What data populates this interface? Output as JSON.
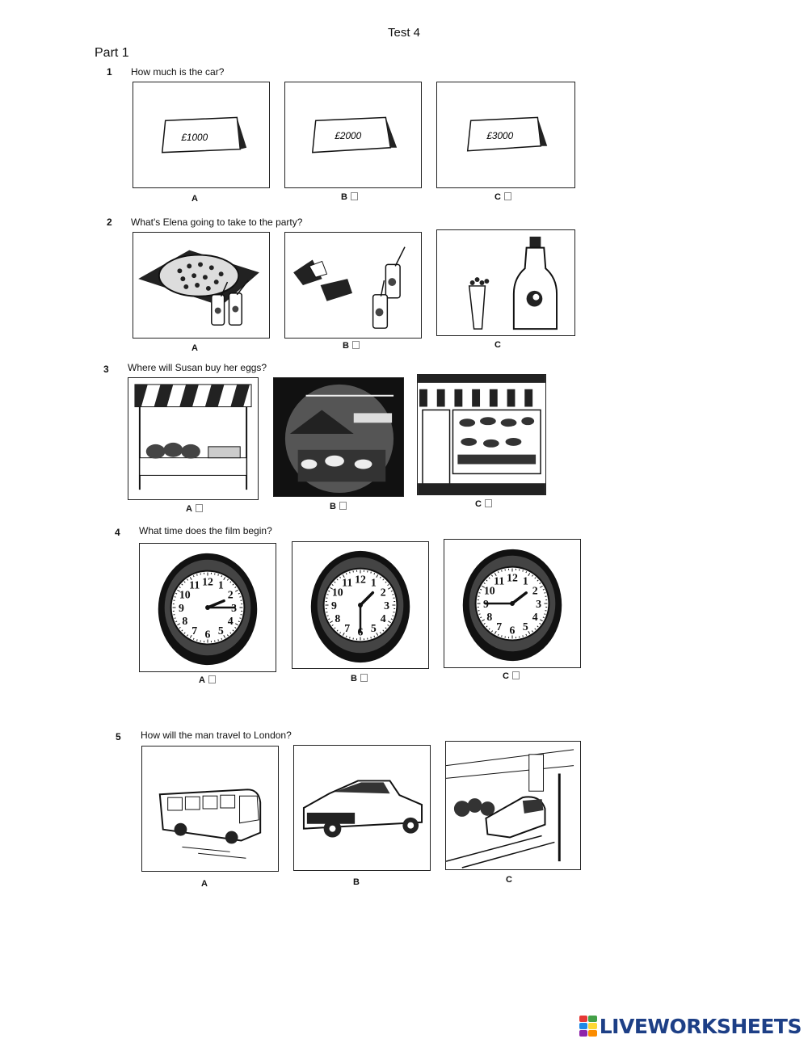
{
  "header": {
    "title": "Test 4",
    "part": "Part 1"
  },
  "questions": [
    {
      "num": "1",
      "text": "How much is the car?",
      "options": [
        "A",
        "B",
        "C"
      ],
      "prices": [
        "£1000",
        "£2000",
        "£3000"
      ]
    },
    {
      "num": "2",
      "text": "What's Elena going to take to the party?",
      "options": [
        "A",
        "B",
        "C"
      ]
    },
    {
      "num": "3",
      "text": "Where will Susan buy her eggs?",
      "options": [
        "A",
        "B",
        "C"
      ]
    },
    {
      "num": "4",
      "text": "What time does the film begin?",
      "options": [
        "A",
        "B",
        "C"
      ],
      "clock_numerals": [
        "12",
        "1",
        "2",
        "3",
        "4",
        "5",
        "6",
        "7",
        "8",
        "9",
        "10",
        "11"
      ]
    },
    {
      "num": "5",
      "text": "How will the man travel to London?",
      "options": [
        "A",
        "B",
        "C"
      ]
    }
  ],
  "brand": {
    "name": "LIVEWORKSHEETS",
    "color": "#1d3f86",
    "mark_colors": [
      "#e53935",
      "#43a047",
      "#1e88e5",
      "#fdd835",
      "#8e24aa",
      "#fb8c00"
    ]
  }
}
